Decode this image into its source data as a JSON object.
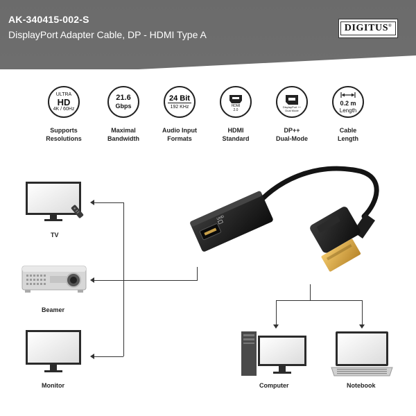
{
  "header": {
    "sku": "AK-340415-002-S",
    "subtitle": "DisplayPort Adapter Cable, DP - HDMI Type A",
    "brand": "DIGITUS",
    "brand_mark": "®"
  },
  "features": [
    {
      "icon": "ultra-hd-icon",
      "icon_text_top": "ULTRA",
      "icon_text_main": "HD",
      "icon_text_bottom": "4K / 60Hz",
      "label_line1": "Supports",
      "label_line2": "Resolutions"
    },
    {
      "icon": "bandwidth-icon",
      "icon_text_main": "21.6",
      "icon_text_bottom": "Gbps",
      "label_line1": "Maximal",
      "label_line2": "Bandwidth"
    },
    {
      "icon": "audio-format-icon",
      "icon_text_main": "24 Bit",
      "icon_text_bottom": "192 KHz",
      "label_line1": "Audio Input",
      "label_line2": "Formats"
    },
    {
      "icon": "hdmi-connector-icon",
      "icon_text_top": "HDMI",
      "icon_text_bottom": "2.0",
      "label_line1": "HDMI",
      "label_line2": "Standard"
    },
    {
      "icon": "displayport-connector-icon",
      "icon_text_top": "DisplayPort ++",
      "icon_text_bottom": "Dual Mode",
      "label_line1": "DP++",
      "label_line2": "Dual-Mode"
    },
    {
      "icon": "cable-length-icon",
      "icon_text_main": "0.2 m",
      "icon_text_bottom": "Length",
      "label_line1": "Cable",
      "label_line2": "Length"
    }
  ],
  "devices": {
    "tv": "TV",
    "beamer": "Beamer",
    "monitor": "Monitor",
    "computer": "Computer",
    "notebook": "Notebook"
  },
  "adapter": {
    "hdmi_port_label": "UHD"
  },
  "colors": {
    "header_bg": "#6b6b6b",
    "product_black": "#1a1a1a",
    "connector_gold": "#d9a441"
  }
}
